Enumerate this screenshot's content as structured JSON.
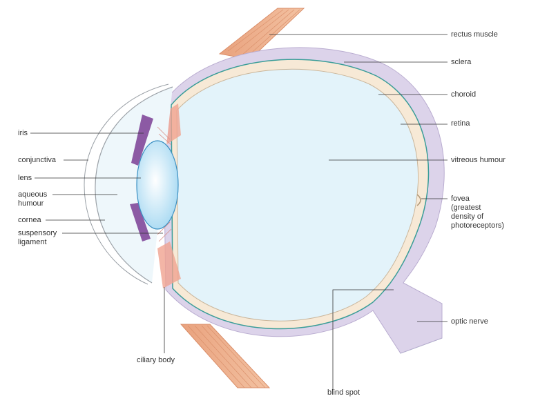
{
  "labels": {
    "rectus_muscle": "rectus muscle",
    "sclera": "sclera",
    "choroid": "choroid",
    "retina": "retina",
    "vitreous_humour": "vitreous humour",
    "fovea": "fovea\n(greatest\ndensity of\nphotoreceptors)",
    "optic_nerve": "optic nerve",
    "blind_spot": "blind spot",
    "ciliary_body": "ciliary body",
    "iris": "iris",
    "conjunctiva": "conjunctiva",
    "lens": "lens",
    "aqueous_humour": "aqueous\nhumour",
    "cornea": "cornea",
    "suspensory_ligament": "suspensory\nligament"
  },
  "colors": {
    "sclera": "#dcd3ea",
    "choroid_line": "#3a9d98",
    "retina_band": "#f7e9d6",
    "vitreous": "#e3f3fa",
    "lens": "#bfe6f8",
    "iris": "#8c5aa4",
    "muscle": "#e8a47e",
    "optic_nerve": "#7ccbbd",
    "ciliary": "#f0a390",
    "leader": "#333333"
  }
}
